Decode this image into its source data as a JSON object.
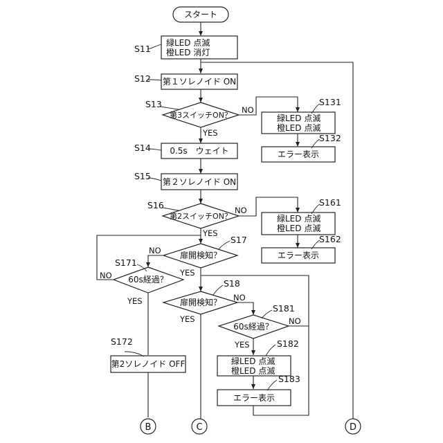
{
  "nodes": {
    "start": "スタート",
    "s11": {
      "label": "S11",
      "line1": "緑LED 点滅",
      "line2": "橙LED 消灯"
    },
    "s12": {
      "label": "S12",
      "text": "第１ソレノイド ON"
    },
    "s13": {
      "label": "S13",
      "text": "第3スイッチON？"
    },
    "s131": {
      "label": "S131",
      "line1": "緑LED 点滅",
      "line2": "橙LED 点滅"
    },
    "s132": {
      "label": "S132",
      "text": "エラー表示"
    },
    "s14": {
      "label": "S14",
      "text": "0.5s　ウェイト"
    },
    "s15": {
      "label": "S15",
      "text": "第２ソレノイド ON"
    },
    "s16": {
      "label": "S16",
      "text": "第2スイッチON？"
    },
    "s161": {
      "label": "S161",
      "line1": "緑LED 点滅",
      "line2": "橙LED 点滅"
    },
    "s162": {
      "label": "S162",
      "text": "エラー表示"
    },
    "s17": {
      "label": "S17",
      "text": "扉開検知？"
    },
    "s171": {
      "label": "S171",
      "text": "60s経過？"
    },
    "s172": {
      "label": "S172",
      "text": "第2ソレノイド OFF"
    },
    "s18": {
      "label": "S18",
      "text": "扉開検知？"
    },
    "s181": {
      "label": "S181",
      "text": "60s経過？"
    },
    "s182": {
      "label": "S182",
      "line1": "緑LED 点滅",
      "line2": "橙LED 点滅"
    },
    "s183": {
      "label": "S183",
      "text": "エラー表示"
    }
  },
  "branches": {
    "yes": "YES",
    "no": "NO"
  },
  "connectors": {
    "b": "B",
    "c": "C",
    "d": "D"
  }
}
